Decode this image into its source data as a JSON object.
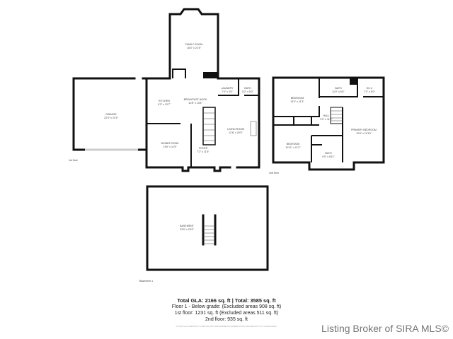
{
  "floor1": {
    "label": "1st floor",
    "rooms": [
      {
        "name": "FAMILY ROOM",
        "dims": "16'0\" x 21'5\""
      },
      {
        "name": "GARAGE",
        "dims": "22'4\" x 21'5\""
      },
      {
        "name": "KITCHEN",
        "dims": "9'3\" x 13'7\""
      },
      {
        "name": "BREAKFAST NOOK",
        "dims": "11'8\" x 13'5\""
      },
      {
        "name": "LAUNDRY",
        "dims": "7'0\" x 3'0\""
      },
      {
        "name": "BATH",
        "dims": "5'2\" x 5'0\""
      },
      {
        "name": "LIVING ROOM",
        "dims": "12'6\" x 20'0\""
      },
      {
        "name": "DINING ROOM",
        "dims": "13'6\" x 11'5\""
      },
      {
        "name": "FOYER",
        "dims": "7'2\" x 11'5\""
      }
    ]
  },
  "floor2": {
    "label": "2nd floor",
    "rooms": [
      {
        "name": "BEDROOM",
        "dims": "13'0\" x 11'3\""
      },
      {
        "name": "BATH",
        "dims": "11'0\" x 5'0\""
      },
      {
        "name": "W.I.C",
        "dims": "7'1\" x 5'0\""
      },
      {
        "name": "HALL",
        "dims": "3'9\" x 11'6\""
      },
      {
        "name": "PRIMARY BEDROOM",
        "dims": "12'6\" x 19'10\""
      },
      {
        "name": "BEDROOM",
        "dims": "10'11\" x 11'2\""
      },
      {
        "name": "BATH",
        "dims": "9'0\" x 8'11\""
      }
    ]
  },
  "basement": {
    "label": "Basement 1",
    "rooms": [
      {
        "name": "BASEMENT",
        "dims": "33'0\" x 23'0\""
      }
    ]
  },
  "summary": {
    "total": "Total GLA: 2166 sq. ft | Total: 3585 sq. ft",
    "lines": [
      "Floor 1 - Below grade: (Excluded areas 908 sq. ft)",
      "1st floor: 1231 sq. ft (Excluded areas 511 sq. ft)",
      "2nd floor: 935 sq. ft"
    ],
    "disclaimer": "FLOOR PLAN CREATED BY CUBICASA APP. MEASUREMENTS DEEMED HIGHLY RELIABLE BUT NOT GUARANTEED."
  },
  "watermark": "Listing Broker of SIRA MLS©"
}
